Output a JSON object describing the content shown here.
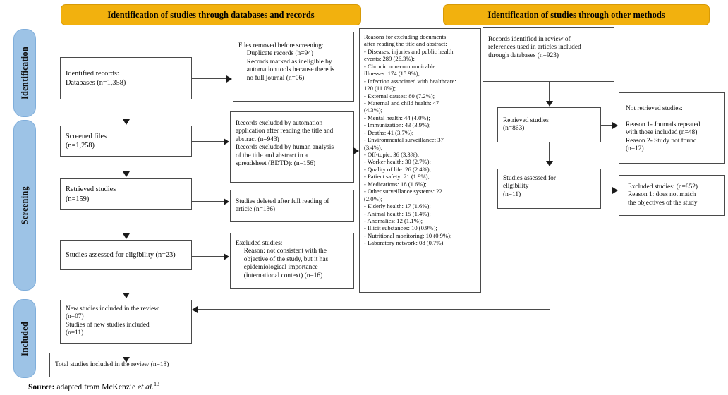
{
  "colors": {
    "phase_fill": "#9DC3E6",
    "banner_fill": "#F2B10E",
    "box_border": "#4a4a4a",
    "text": "#0d0d0d"
  },
  "banners": {
    "databases": "Identification of studies through databases and records",
    "other_methods": "Identification of studies through other methods"
  },
  "phases": {
    "identification": "Identification",
    "screening": "Screening",
    "included": "Included"
  },
  "boxes": {
    "identified_records": "Identified records:\nDatabases (n=1,358)",
    "files_removed": "Files removed before screening:\n     Duplicate records (n=94)\n     Records marked as ineligible by\n     automation tools because there is\n     no full journal (n=06)",
    "screened_files": "Screened files\n(n=1,258)",
    "records_excluded": "Records excluded by automation\napplication after reading the title and\nabstract (n=943)\nRecords excluded by human analysis\nof the title and abstract in a\nspreadsheet (BDTD): (n=156)",
    "reasons_excluding": "Reasons for excluding documents\nafter reading the title and abstract:\n- Diseases, injuries and public health\nevents: 289 (26.3%);\n- Chronic non-communicable\nillnesses: 174 (15.9%);\n- Infection associated with healthcare:\n120 (11.0%);\n- External causes: 80 (7.2%);\n- Maternal and child health: 47\n(4.3%);\n- Mental health: 44 (4.0%);\n- Immunization: 43 (3.9%);\n- Deaths: 41 (3.7%);\n- Environmental surveillance: 37\n(3.4%);\n- Off-topic: 36 (3.3%);\n- Worker health: 30 (2.7%);\n- Quality of life: 26 (2.4%);\n- Patient safety: 21 (1.9%);\n- Medications: 18 (1.6%);\n- Other surveillance systems: 22\n(2.0%);\n- Elderly health: 17 (1.6%);\n- Animal health: 15 (1.4%);\n- Anomalies: 12 (1.1%);\n- Illicit substances: 10 (0.9%);\n- Nutritional monitoring: 10 (0.9%);\n- Laboratory network: 08 (0.7%).",
    "retrieved_studies_left": "Retrieved studies\n(n=159)",
    "studies_deleted": "Studies deleted after full reading of\narticle (n=136)",
    "assessed_eligibility_left": "Studies assessed for eligibility (n=23)",
    "excluded_studies_left": "Excluded studies:\n     Reason: not consistent with the\n     objective of the study, but it has\n     epidemiological importance\n     (international context) (n=16)",
    "new_studies": "New studies included in the review\n(n=07)\nStudies of new studies included\n(n=11)",
    "total_studies": "Total studies included in the review (n=18)",
    "records_identified_refs": "Records identified in review of\nreferences used in articles included\nthrough databases (n=923)",
    "retrieved_studies_right": "Retrieved studies\n(n=863)",
    "not_retrieved": "Not retrieved studies:\n\nReason 1- Journals repeated\nwith those included (n=48)\nReason 2- Study not found\n(n=12)",
    "assessed_eligibility_right": "Studies assessed for\neligibility\n(n=11)",
    "excluded_studies_right": "Excluded studies: (n=852)\nReason 1: does not match\nthe objectives of the study"
  },
  "source": {
    "label": "Source:",
    "text": " adapted from McKenzie ",
    "italic": "et al.",
    "superscript": "13"
  }
}
